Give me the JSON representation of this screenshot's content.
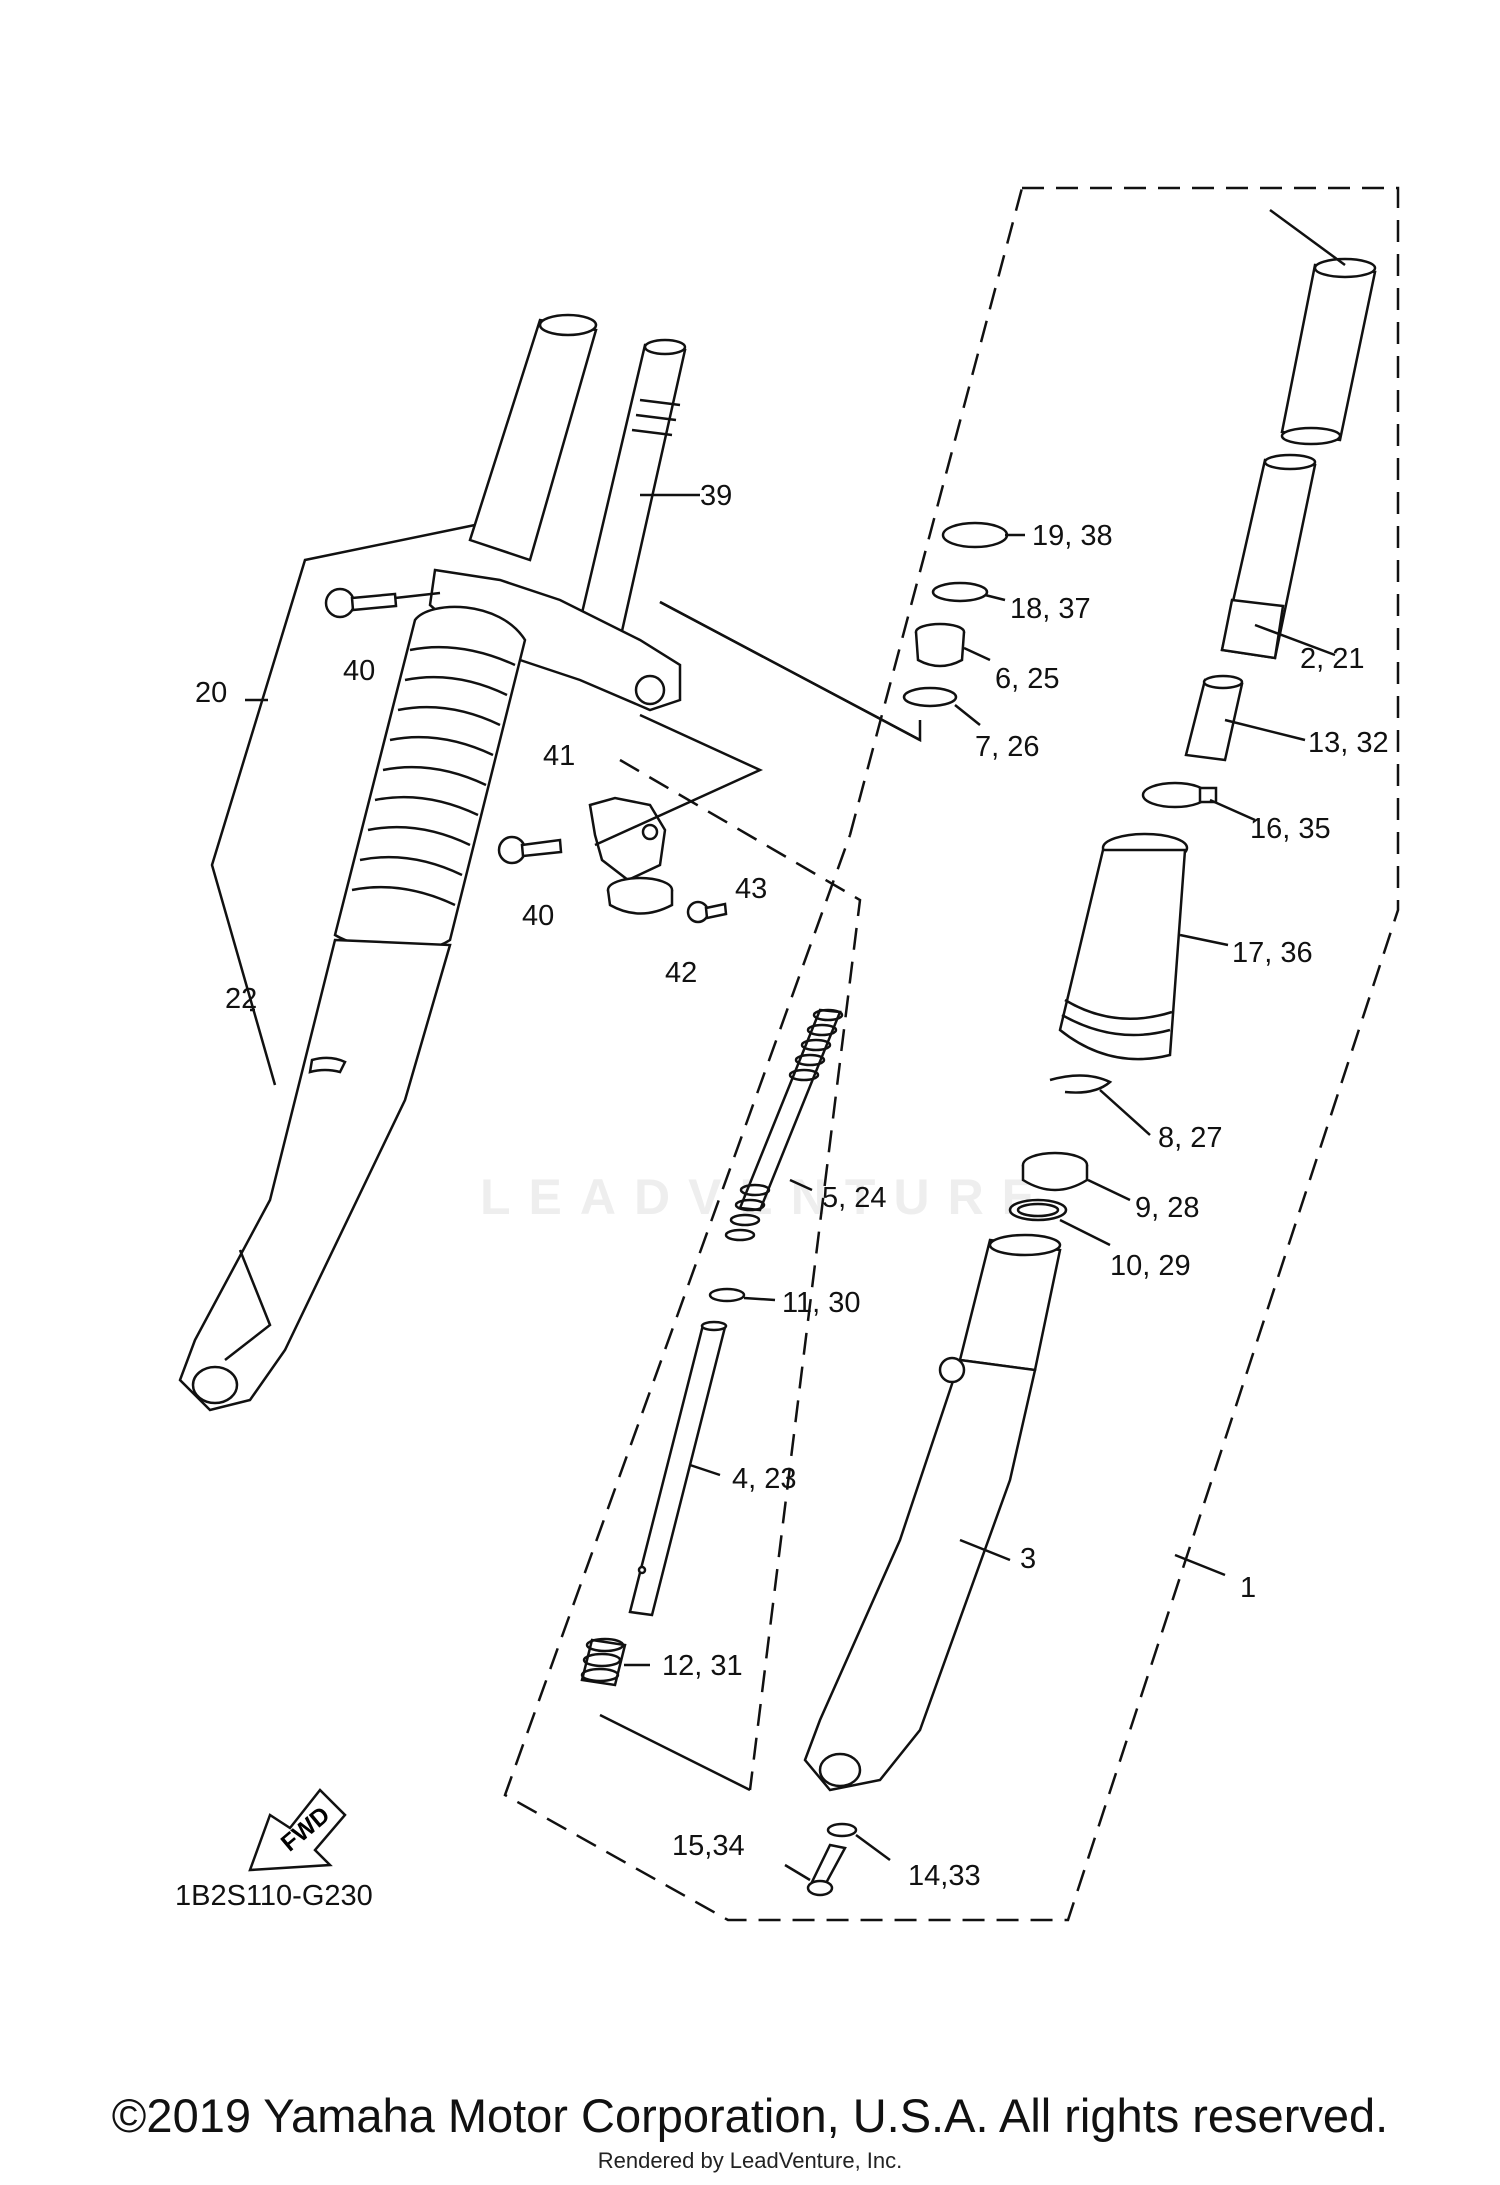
{
  "diagram_code": "1B2S110-G230",
  "fwd_label": "FWD",
  "watermark": "LEADVENTURE",
  "copyright": "©2019 Yamaha Motor Corporation, U.S.A. All rights reserved.",
  "render_note": "Rendered by LeadVenture, Inc.",
  "callouts": {
    "c1": "1",
    "c2": "2, 21",
    "c3": "3",
    "c4": "4, 23",
    "c5": "5, 24",
    "c6": "6, 25",
    "c7": "7, 26",
    "c8": "8, 27",
    "c9": "9, 28",
    "c10": "10, 29",
    "c11": "11, 30",
    "c12": "12, 31",
    "c13": "13, 32",
    "c14": "14,33",
    "c15": "15,34",
    "c16": "16, 35",
    "c17": "17, 36",
    "c18": "18, 37",
    "c19": "19, 38",
    "c20": "20",
    "c22": "22",
    "c39": "39",
    "c40a": "40",
    "c40b": "40",
    "c41": "41",
    "c42": "42",
    "c43": "43"
  }
}
